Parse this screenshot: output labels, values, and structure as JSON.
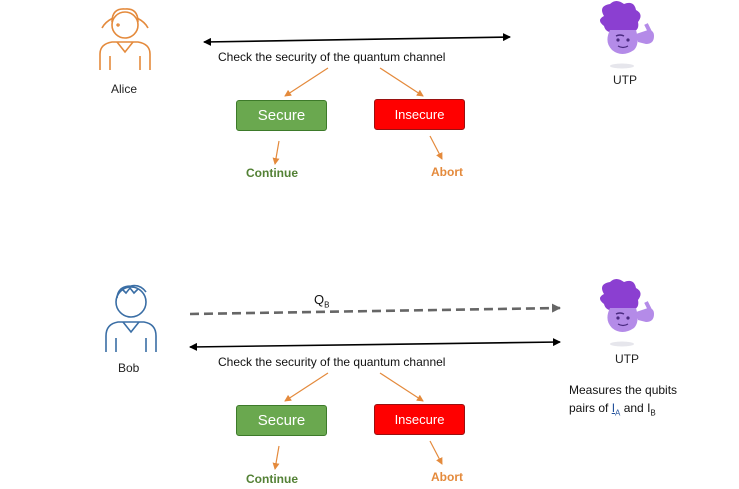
{
  "top": {
    "alice_label": "Alice",
    "utp_label": "UTP",
    "message": "Check the security of the quantum channel",
    "secure_label": "Secure",
    "insecure_label": "Insecure",
    "continue_label": "Continue",
    "abort_label": "Abort"
  },
  "bottom": {
    "bob_label": "Bob",
    "utp_label": "UTP",
    "quantum_label": "Q",
    "quantum_sub": "B",
    "message": "Check the security of the quantum channel",
    "measure_line1": "Measures the qubits",
    "measure_line2_prefix": "pairs of ",
    "measure_ia": "I",
    "measure_ia_sub": "A",
    "measure_and": " and ",
    "measure_ib": "I",
    "measure_ib_sub": "B",
    "secure_label": "Secure",
    "insecure_label": "Insecure",
    "continue_label": "Continue",
    "abort_label": "Abort"
  },
  "colors": {
    "alice_orange": "#e48a3c",
    "bob_blue": "#3a6ea5",
    "utp_purple": "#8b3fd1",
    "secure_green": "#6aa84f",
    "insecure_red": "#ff0000",
    "continue_green": "#538135"
  },
  "icons": {
    "alice": "alice-person-icon",
    "bob": "bob-person-icon",
    "utp": "utp-character-icon"
  }
}
